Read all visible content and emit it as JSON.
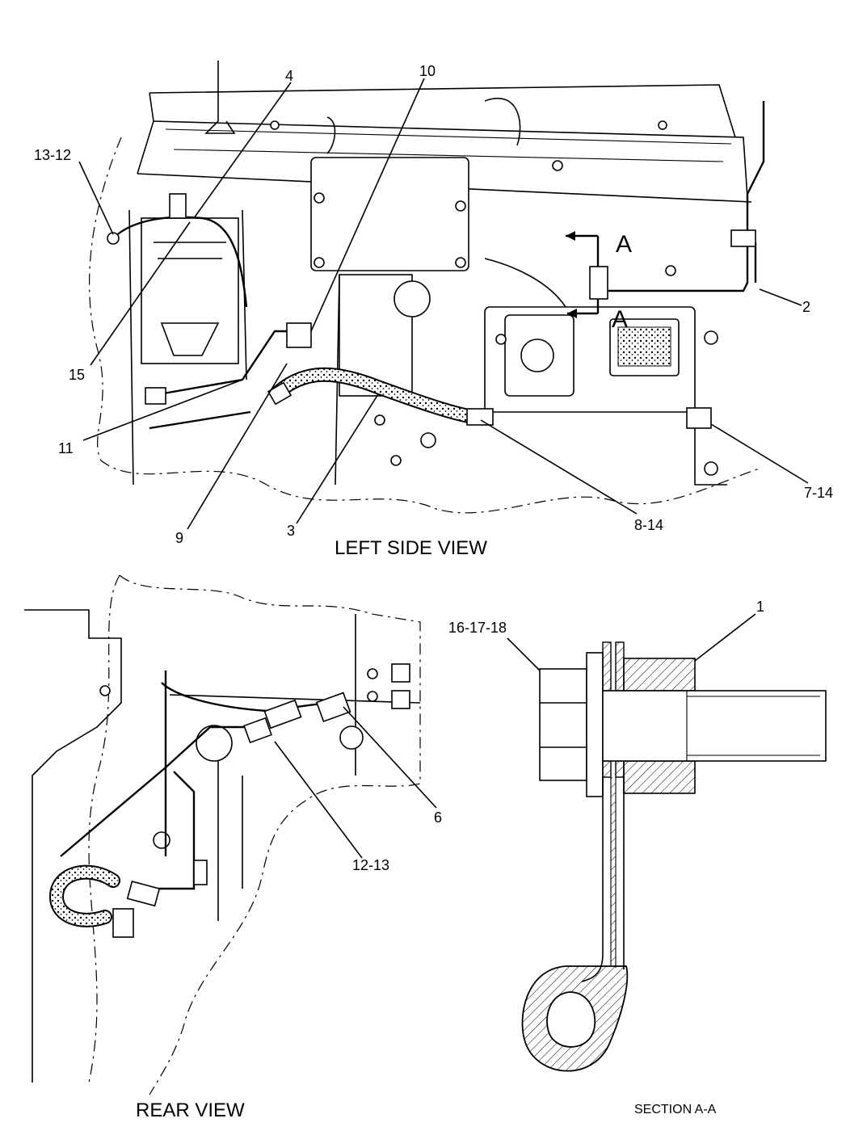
{
  "views": {
    "left_side": {
      "title": "LEFT SIDE VIEW"
    },
    "rear": {
      "title": "REAR VIEW"
    },
    "section": {
      "title": "SECTION A-A",
      "marker": "A"
    }
  },
  "callouts": {
    "c1": "1",
    "c2": "2",
    "c3": "3",
    "c4": "4",
    "c6": "6",
    "c7_14": "7-14",
    "c8_14": "8-14",
    "c9": "9",
    "c10": "10",
    "c11": "11",
    "c12_13": "12-13",
    "c13_12": "13-12",
    "c15": "15",
    "c16_17_18": "16-17-18"
  }
}
